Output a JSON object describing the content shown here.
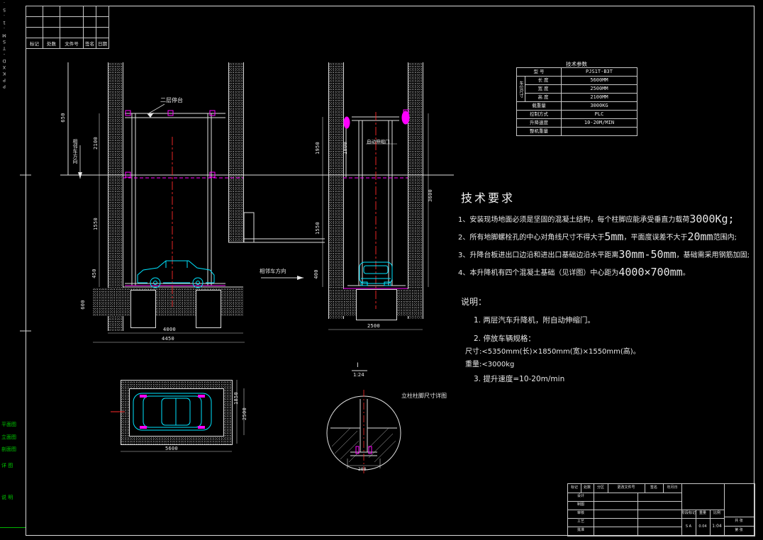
{
  "colors": {
    "background": "#000000",
    "line": "#e8e8e8",
    "car": "#00e5ff",
    "marker": "#ff00ff",
    "centerline": "#ff2a2a",
    "layer_text": "#00c800"
  },
  "sheet": {
    "margin_code": "PPKXD-TSM.1.5.5-90M",
    "revision_headers": [
      "标记",
      "处数",
      "文件号",
      "签名",
      "日期"
    ],
    "margin_items": [
      "平面图",
      "立面图",
      "剖面图",
      "详 图",
      "说 明"
    ]
  },
  "spec_table": {
    "title": "技术参数",
    "group_label": "车位尺寸",
    "rows": [
      {
        "label": "型  号",
        "value": "PJS1T-B3T"
      },
      {
        "label": "长  度",
        "value": "5600MM"
      },
      {
        "label": "宽  度",
        "value": "2500MM"
      },
      {
        "label": "高  度",
        "value": "2100MM"
      },
      {
        "label": "载重量",
        "value": "3000KG"
      },
      {
        "label": "控制方式",
        "value": "PLC"
      },
      {
        "label": "升降速度",
        "value": "10-20M/MIN"
      },
      {
        "label": "整机重量",
        "value": ""
      }
    ]
  },
  "tech_req": {
    "title": "技术要求",
    "items": [
      {
        "t1": "1、安装现场地面必须是坚固的混凝土结构，每个柱脚应能承受垂直力载荷",
        "b1": "3000Kg;",
        "t2": "",
        "b2": "",
        "t3": ""
      },
      {
        "t1": "2、所有地脚螺栓孔的中心对角线尺寸不得大于",
        "b1": "5mm",
        "t2": "，平面度误差不大于",
        "b2": "20mm",
        "t3": "范围内;"
      },
      {
        "t1": "3、升降台板进出口边沿和进出口基础边沿水平距离",
        "b1": "30mm-50mm",
        "t2": "，基础需采用钢筋加固;",
        "b2": "",
        "t3": ""
      },
      {
        "t1": "4、本升降机有四个混凝土基础（见详图）中心距为",
        "b1": "4000×700mm",
        "t2": "。",
        "b2": "",
        "t3": ""
      }
    ]
  },
  "notes": {
    "title": "说明：",
    "n1": "1. 两层汽车升降机，附自动伸缩门。",
    "n2": "2. 停放车辆规格：",
    "n2a": "尺寸:<5350mm(长)×1850mm(宽)×1550mm(高)。",
    "n2b": "重量:<3000kg",
    "n3": "3. 提升速度=10-20m/min"
  },
  "views": {
    "front": {
      "platform_label": "二层停台",
      "adjacent_label_left": "相邻车方向",
      "adjacent_label_right": "相邻车方向",
      "dims_left": [
        "650",
        "2100",
        "1550",
        "450",
        "600"
      ],
      "dims_bottom": [
        "4000",
        "4450"
      ]
    },
    "side": {
      "door_label": "自动伸缩门",
      "dim_inner": "1800",
      "dims_left": [
        "1950",
        "1550",
        "400"
      ],
      "dim_right": "3600",
      "dim_bottom": "2500"
    },
    "plan": {
      "dims_right": [
        "1850",
        "2500"
      ],
      "dim_bottom": "5600"
    },
    "detail": {
      "mark": "I",
      "scale": "1:24",
      "label": "立柱柱脚尺寸详图",
      "dim_bottom": "200"
    }
  },
  "titleblock": {
    "header_cells": [
      "标记",
      "处数",
      "分区",
      "更改文件号",
      "签名",
      "年月日"
    ],
    "left_rows": [
      "设计",
      "制图",
      "审核",
      "工艺",
      "批准"
    ],
    "stage_label": "阶段标记",
    "weight_label": "重量",
    "scale_label": "比例",
    "stage_value": "S A",
    "weight_value": "0.04",
    "scale_value": "1:04",
    "sheet_total": "共  张",
    "sheet_no": "第  张"
  }
}
